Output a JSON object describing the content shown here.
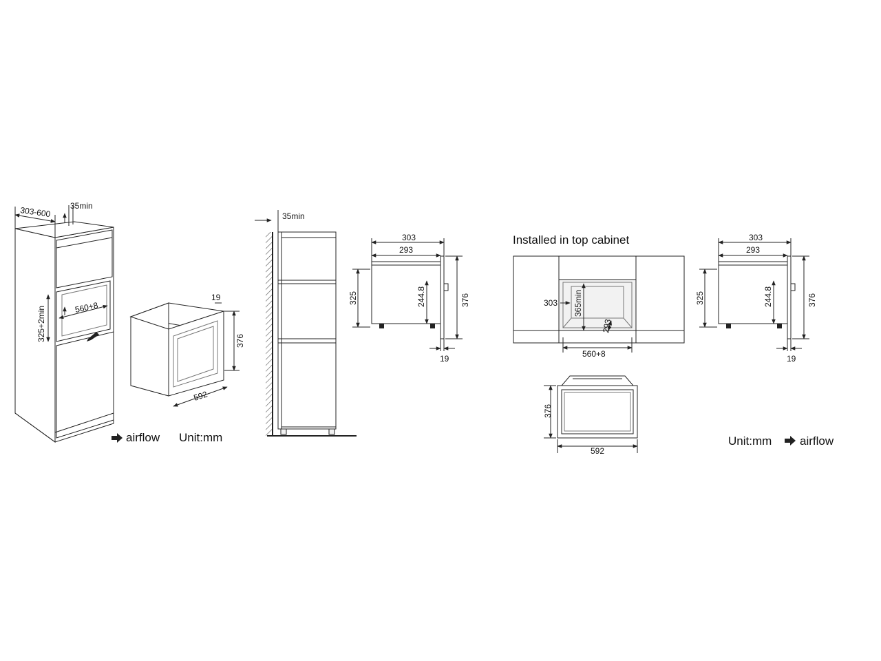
{
  "labels": {
    "tall_depth": "303-600",
    "tall_gap_top": "35min",
    "tall_opening_h": "325+2min",
    "tall_opening_w": "560+8",
    "oven_side": "19",
    "oven_height": "376",
    "oven_width": "592",
    "airflow_left": "airflow",
    "unit_left": "Unit:mm",
    "wall_gap": "35min",
    "side1_depth_outer": "303",
    "side1_depth_inner": "293",
    "side1_h_inner": "325",
    "side1_h_cavity": "244.8",
    "side1_h_outer": "376",
    "side1_door": "19",
    "top_cabinet_title": "Installed in top cabinet",
    "top_depth": "303",
    "top_min_h": "365min",
    "top_inner_depth": "293",
    "top_opening_w": "560+8",
    "side2_depth_outer": "303",
    "side2_depth_inner": "293",
    "side2_h_inner": "325",
    "side2_h_cavity": "244.8",
    "side2_h_outer": "376",
    "side2_door": "19",
    "front_height": "376",
    "front_width": "592",
    "unit_right": "Unit:mm",
    "airflow_right": "airflow"
  }
}
